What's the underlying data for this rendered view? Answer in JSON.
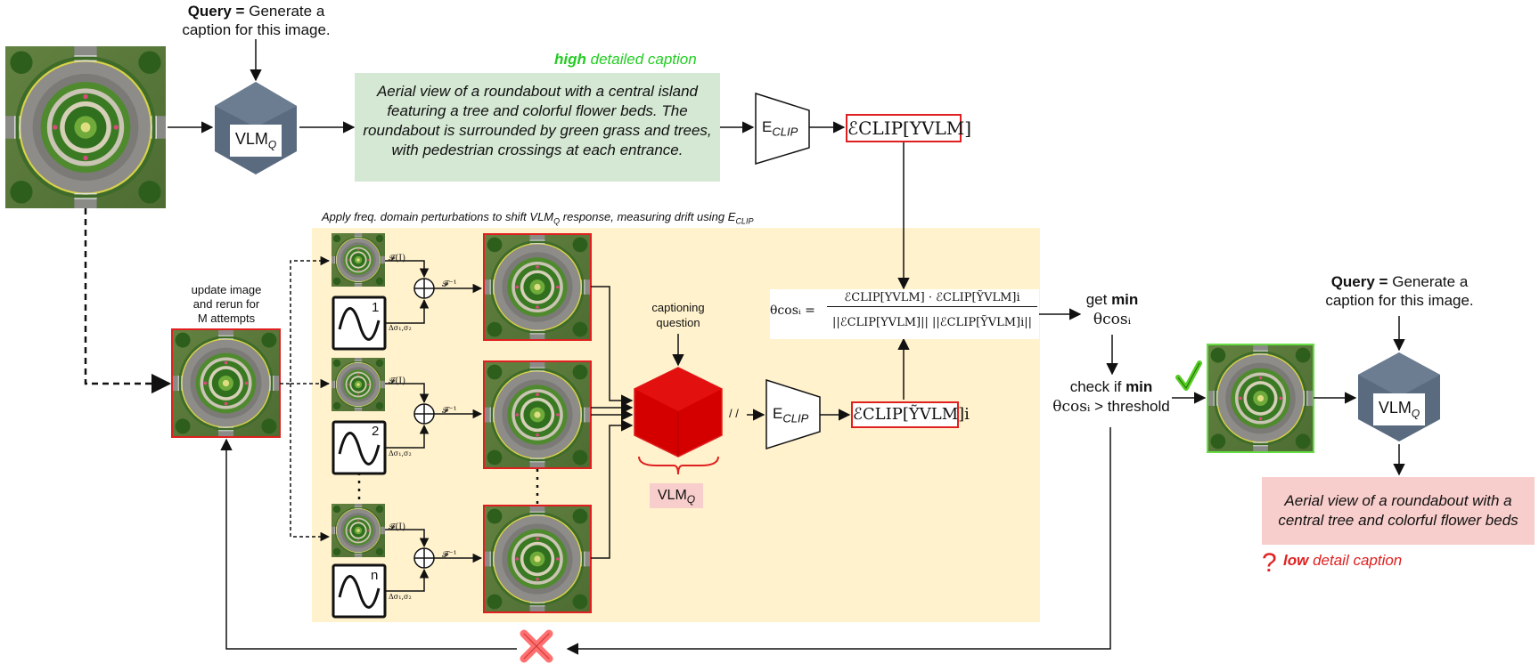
{
  "query_top": {
    "bold": "Query =",
    "rest": "Generate a",
    "line2": "caption for this image."
  },
  "query_right": {
    "bold": "Query =",
    "rest": "Generate a",
    "line2": "caption for this image."
  },
  "vlm_top_label": "VLM",
  "vlm_sub": "Q",
  "high_caption_tag": {
    "bold": "high",
    "rest": "detailed caption"
  },
  "high_caption": "Aerial view of a roundabout with a central island featuring a tree and colorful flower beds. The roundabout is surrounded by green grass and trees, with pedestrian crossings at each entrance.",
  "eclip_label": "E",
  "eclip_sub": "CLIP",
  "clip_top": "ℰCLIP[YVLM]",
  "perturb_caption": "Apply freq. domain perturbations to shift VLM",
  "perturb_caption_q": "Q",
  "perturb_caption_rest": " response, measuring drift using E",
  "perturb_caption_clip": "CLIP",
  "update_label": [
    "update image",
    "and rerun for",
    "M attempts"
  ],
  "fourier_label": "𝓕(I)",
  "inverse_label": "𝓕⁻¹",
  "delta_label": "Δσ₁,σ₂",
  "wave_numbers": [
    "1",
    "2",
    "n"
  ],
  "vertical_dots": "⋮",
  "captioning_question": [
    "captioning",
    "question"
  ],
  "vlm_red_label": "VLM",
  "slash_label": "/ /",
  "clip_bottom": "ℰCLIP[ỸVLM]i",
  "theta_formula": {
    "lhs": "θcosᵢ =",
    "numerator": "ℰCLIP[YVLM] · ℰCLIP[ỸVLM]i",
    "denominator": "||ℰCLIP[YVLM]|| ||ℰCLIP[ỸVLM]i||"
  },
  "get_min": {
    "text": "get",
    "bold": "min",
    "theta": "θcosᵢ"
  },
  "check_min": {
    "text": "check if",
    "bold": "min",
    "theta": "θcosᵢ",
    "rest": "> threshold"
  },
  "low_caption": "Aerial view of a roundabout with a central tree and colorful flower beds",
  "low_caption_tag": {
    "icon": "?",
    "bold": "low",
    "rest": "detail caption"
  },
  "colors": {
    "green_text": "#22cc22",
    "red_text": "#e02020",
    "caption_green_bg": "#d5e8d4",
    "caption_red_bg": "#f8cecc",
    "perturb_bg": "#fff2cc",
    "vlm_cube": "#5a6b80",
    "vlm_red_cube": "#d40000",
    "image_border_red": "#e02020",
    "image_border_green": "#66dd44"
  }
}
